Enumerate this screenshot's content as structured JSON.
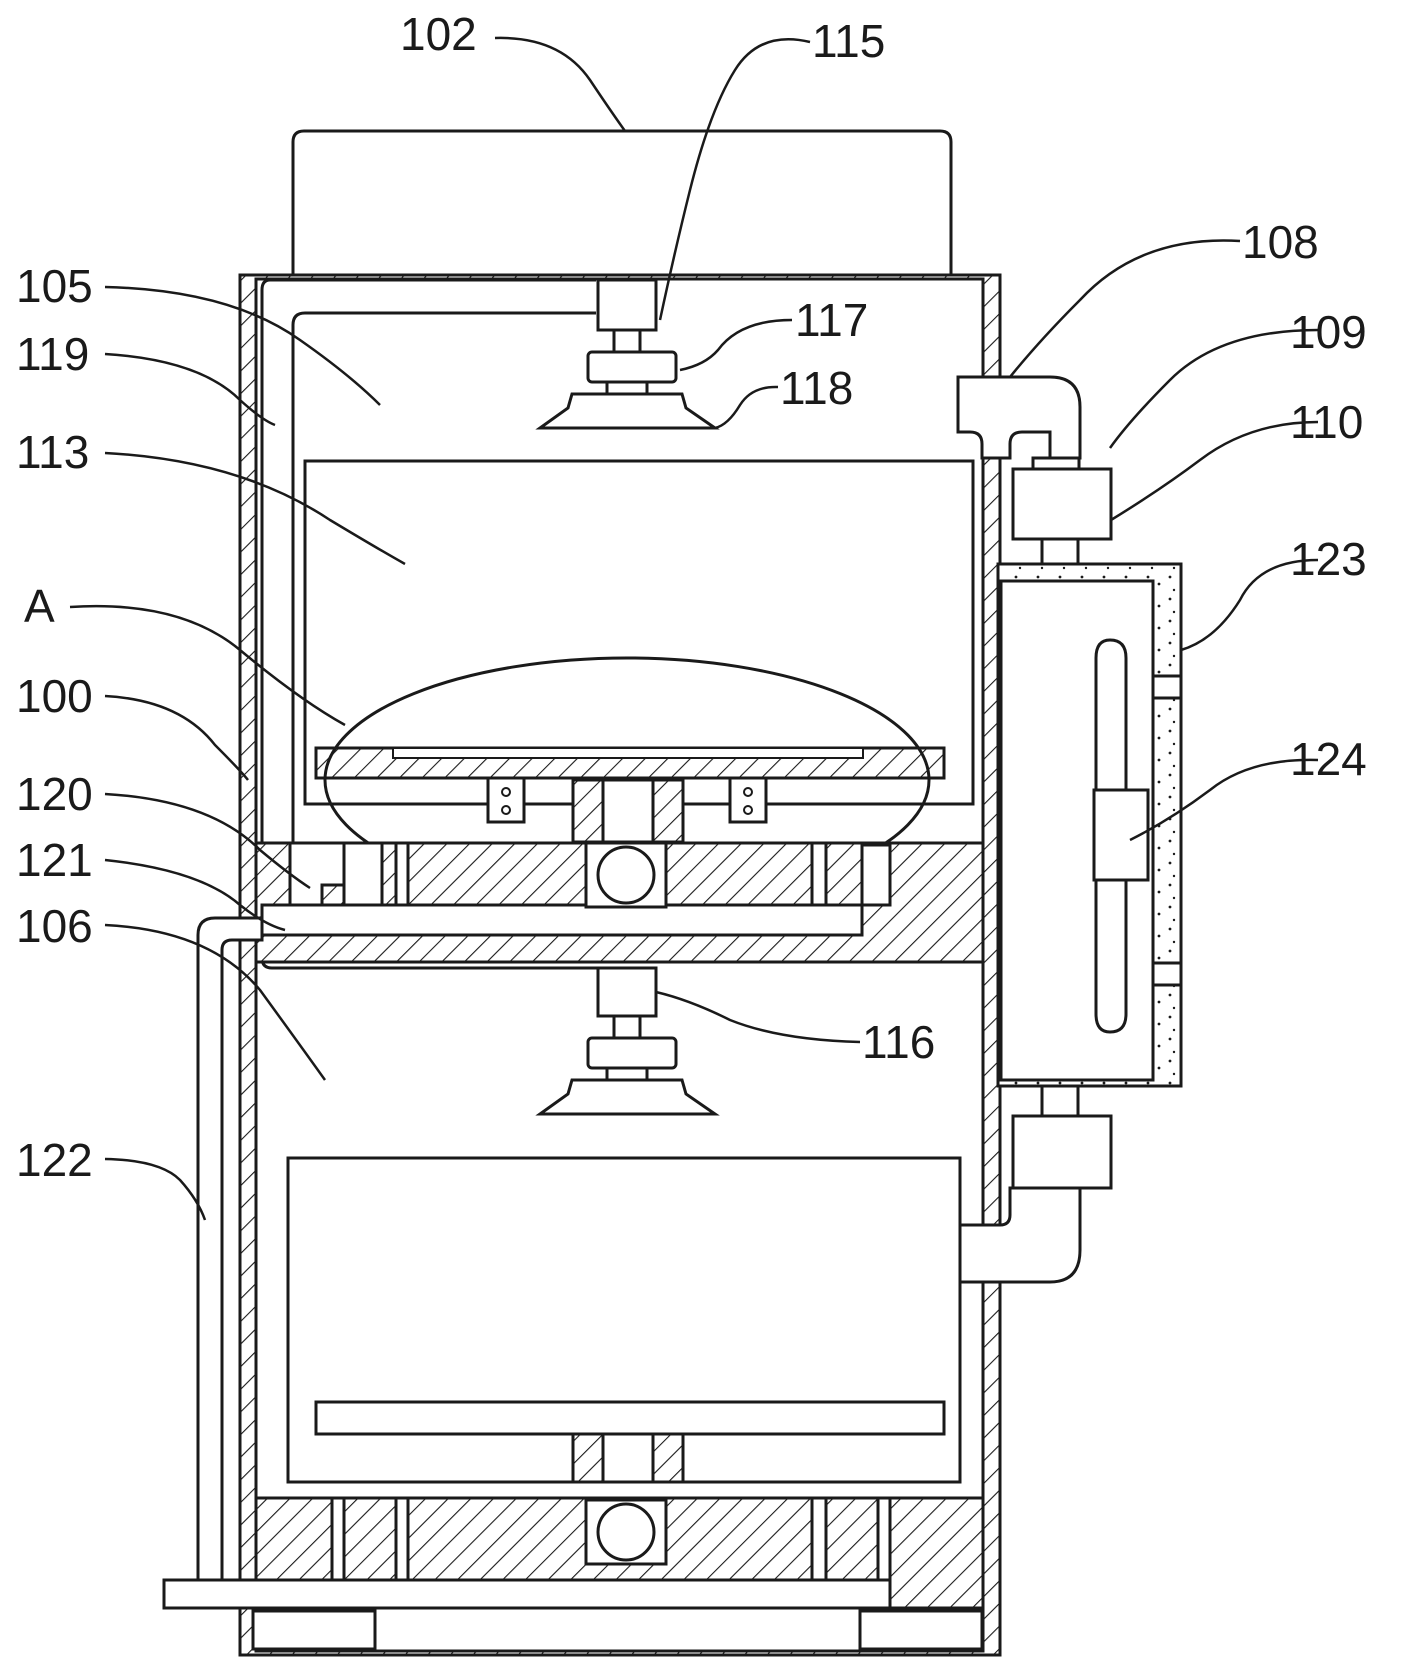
{
  "labels": {
    "l102": "102",
    "l115": "115",
    "l108": "108",
    "l105": "105",
    "l117": "117",
    "l109": "109",
    "l119": "119",
    "l118": "118",
    "l110": "110",
    "l113": "113",
    "l123": "123",
    "lA": "A",
    "l100": "100",
    "l124": "124",
    "l120": "120",
    "l121": "121",
    "l106": "106",
    "l116": "116",
    "l122": "122"
  }
}
